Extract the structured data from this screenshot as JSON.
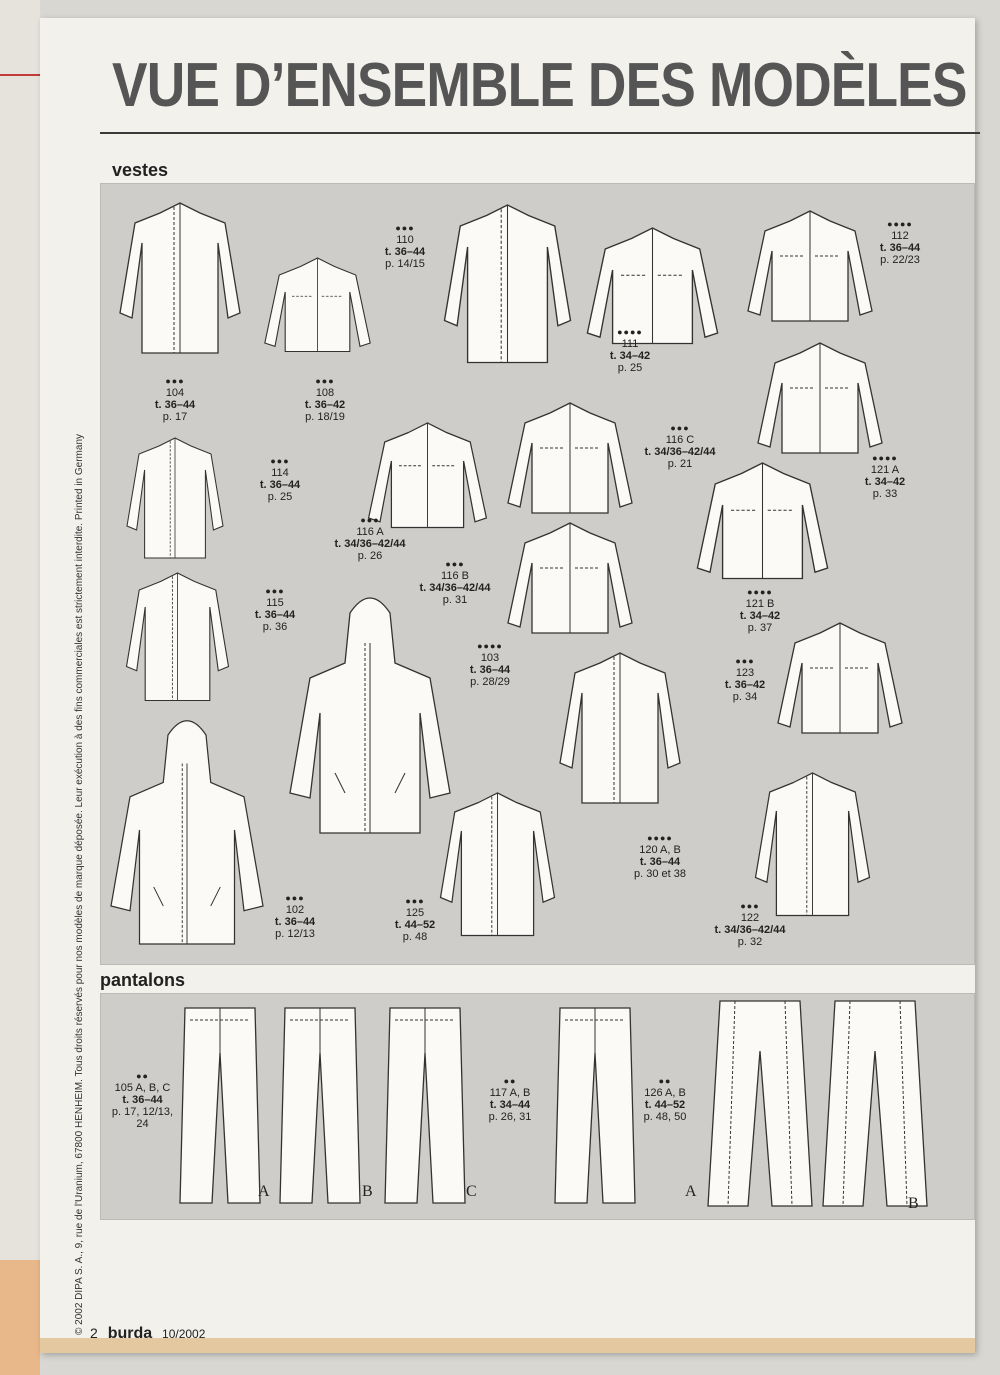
{
  "title": "VUE D’ENSEMBLE DES MODÈLES",
  "copyright": "© 2002 DIPA S. A., 9, rue de l'Uranium, 67800 HENHEIM. Tous droits réservés pour nos modèles de marque déposée. Leur exécution à des fins commerciales est strictement interdite. Printed in Germany",
  "sections": {
    "vestes": "vestes",
    "pantalons": "pantalons"
  },
  "vestes": [
    {
      "dots": "●●●",
      "num": "104",
      "size": "t. 36–44",
      "page": "p.  17"
    },
    {
      "dots": "●●●",
      "num": "108",
      "size": "t. 36–42",
      "page": "p. 18/19"
    },
    {
      "dots": "●●●",
      "num": "110",
      "size": "t. 36–44",
      "page": "p. 14/15"
    },
    {
      "dots": "●●●●",
      "num": "111",
      "size": "t. 34–42",
      "page": "p. 25"
    },
    {
      "dots": "●●●●",
      "num": "112",
      "size": "t. 36–44",
      "page": "p. 22/23"
    },
    {
      "dots": "●●●",
      "num": "114",
      "size": "t. 36–44",
      "page": "p. 25"
    },
    {
      "dots": "●●●",
      "num": "116 A",
      "size": "t. 34/36–42/44",
      "page": "p. 26"
    },
    {
      "dots": "●●●",
      "num": "116 C",
      "size": "t. 34/36–42/44",
      "page": "p. 21"
    },
    {
      "dots": "●●●",
      "num": "116 B",
      "size": "t. 34/36–42/44",
      "page": "p. 31"
    },
    {
      "dots": "●●●●",
      "num": "121 A",
      "size": "t. 34–42",
      "page": "p. 33"
    },
    {
      "dots": "●●●●",
      "num": "121 B",
      "size": "t. 34–42",
      "page": "p. 37"
    },
    {
      "dots": "●●●",
      "num": "115",
      "size": "t. 36–44",
      "page": "p. 36"
    },
    {
      "dots": "●●●●",
      "num": "103",
      "size": "t. 36–44",
      "page": "p. 28/29"
    },
    {
      "dots": "●●●",
      "num": "123",
      "size": "t. 36–42",
      "page": "p. 34"
    },
    {
      "dots": "●●●●",
      "num": "120 A, B",
      "size": "t. 36–44",
      "page": "p. 30 et 38"
    },
    {
      "dots": "●●●",
      "num": "102",
      "size": "t. 36–44",
      "page": "p. 12/13"
    },
    {
      "dots": "●●●",
      "num": "125",
      "size": "t. 44–52",
      "page": "p. 48"
    },
    {
      "dots": "●●●",
      "num": "122",
      "size": "t. 34/36–42/44",
      "page": "p. 32"
    }
  ],
  "pantalons": [
    {
      "dots": "●●",
      "num": "105 A, B, C",
      "size": "t. 36–44",
      "page": "p. 17, 12/13,\n24"
    },
    {
      "dots": "●●",
      "num": "117 A, B",
      "size": "t. 34–44",
      "page": "p. 26, 31"
    },
    {
      "dots": "●●",
      "num": "126 A, B",
      "size": "t. 44–52",
      "page": "p. 48, 50"
    }
  ],
  "letters": [
    "A",
    "B",
    "C",
    "A",
    "B"
  ],
  "footer": {
    "page": "2",
    "brand": "burda",
    "issue": "10/2002"
  }
}
